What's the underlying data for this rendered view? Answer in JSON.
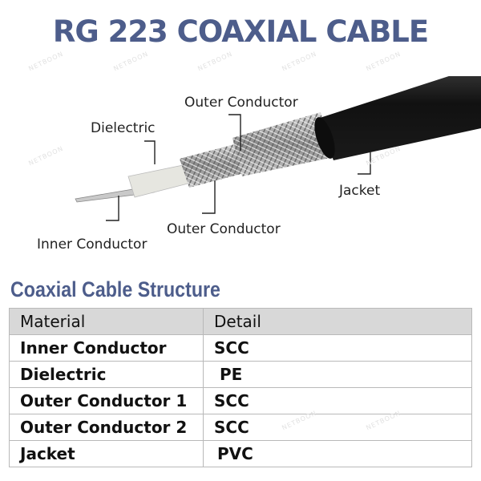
{
  "title": "RG 223 COAXIAL CABLE",
  "diagram": {
    "labels": {
      "outer_conductor_top": "Outer Conductor",
      "dielectric": "Dielectric",
      "jacket": "Jacket",
      "outer_conductor_bottom": "Outer Conductor",
      "inner_conductor": "Inner Conductor"
    },
    "watermark": "NETBOON"
  },
  "structure": {
    "title": "Coaxial Cable Structure",
    "headers": [
      "Material",
      "Detail"
    ],
    "rows": [
      {
        "material": "Inner Conductor",
        "detail": "SCC"
      },
      {
        "material": "Dielectric",
        "detail": "PE"
      },
      {
        "material": "Outer Conductor 1",
        "detail": "SCC"
      },
      {
        "material": "Outer Conductor 2",
        "detail": "SCC"
      },
      {
        "material": "Jacket",
        "detail": "PVC"
      }
    ]
  },
  "colors": {
    "title": "#4d5d8b",
    "header_bg": "#d8d8d8",
    "grid": "#b9b9b9"
  }
}
